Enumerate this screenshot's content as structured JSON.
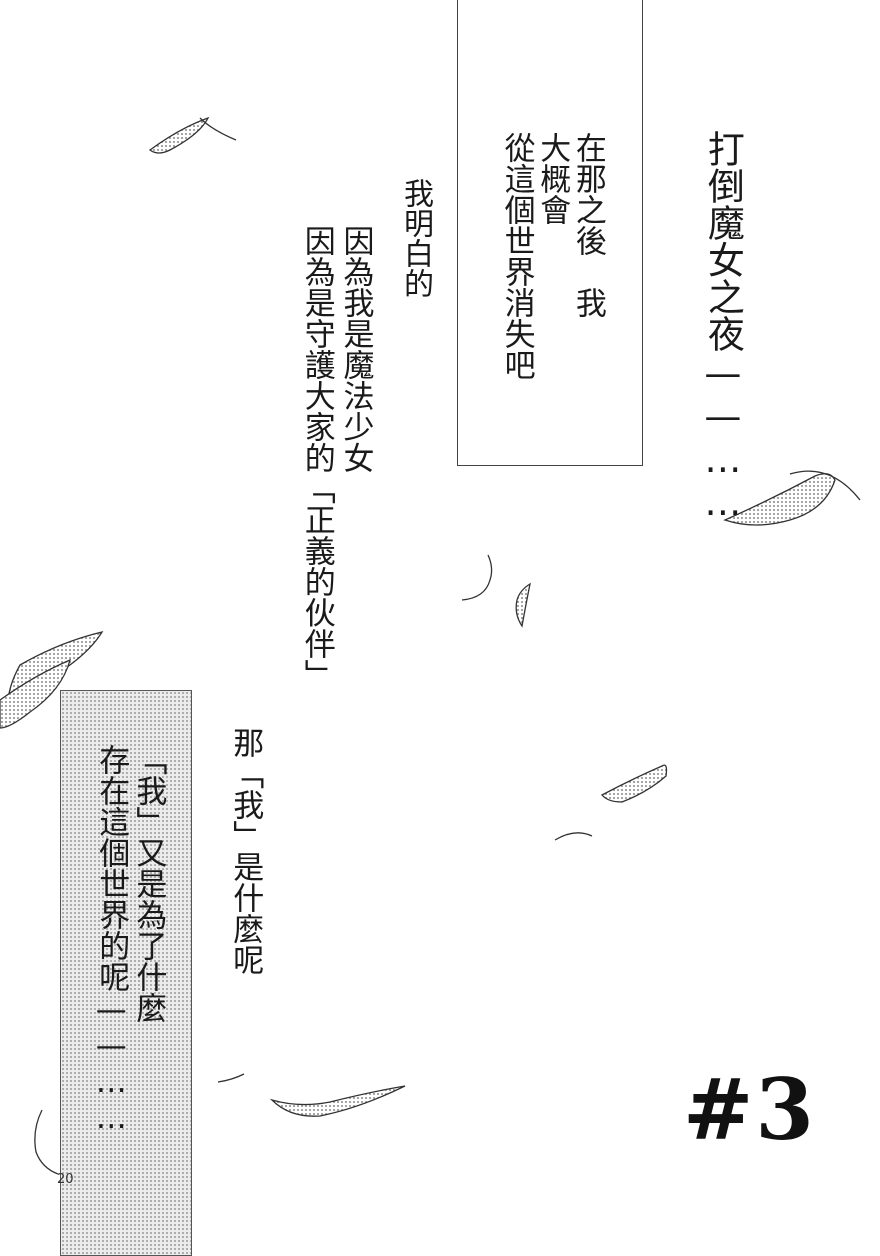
{
  "lines": {
    "witch_night": "打倒魔女之夜——……",
    "after_that": "在那之後　我\n大概會\n從這個世界消失吧",
    "understand": "我明白的",
    "because": "因為我是魔法少女\n因為是守護大家的「正義的伙伴」",
    "then_me": "那「我」是什麼呢",
    "why_exist": "「我」又是為了什麼\n存在這個世界的呢——……"
  },
  "chapter": "#3",
  "page_number": "20"
}
